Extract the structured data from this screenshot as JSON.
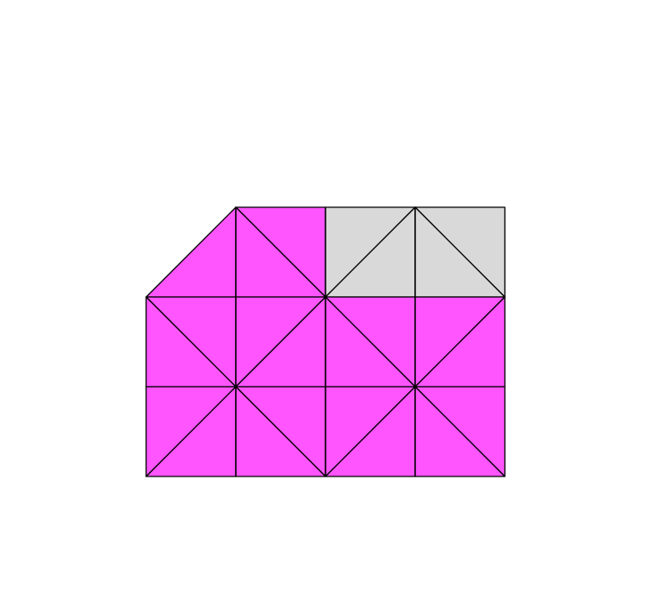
{
  "figure": {
    "type": "triangulated-grid",
    "colors": {
      "magenta": "#ff55ff",
      "gray": "#d9d9d9",
      "stroke": "#000000",
      "background": "#ffffff"
    },
    "grid": {
      "columns": 4,
      "rows": 3
    },
    "triangles": [
      {
        "pts": [
          [
            0,
            1
          ],
          [
            1,
            0
          ],
          [
            1,
            1
          ]
        ],
        "fill": "magenta"
      },
      {
        "pts": [
          [
            1,
            0
          ],
          [
            2,
            0
          ],
          [
            2,
            1
          ]
        ],
        "fill": "magenta"
      },
      {
        "pts": [
          [
            1,
            0
          ],
          [
            1,
            1
          ],
          [
            2,
            1
          ]
        ],
        "fill": "magenta"
      },
      {
        "pts": [
          [
            2,
            0
          ],
          [
            3,
            0
          ],
          [
            2,
            1
          ]
        ],
        "fill": "gray"
      },
      {
        "pts": [
          [
            2,
            1
          ],
          [
            3,
            0
          ],
          [
            3,
            1
          ]
        ],
        "fill": "gray"
      },
      {
        "pts": [
          [
            3,
            0
          ],
          [
            4,
            0
          ],
          [
            4,
            1
          ]
        ],
        "fill": "gray"
      },
      {
        "pts": [
          [
            3,
            0
          ],
          [
            3,
            1
          ],
          [
            4,
            1
          ]
        ],
        "fill": "gray"
      },
      {
        "pts": [
          [
            0,
            1
          ],
          [
            1,
            1
          ],
          [
            1,
            2
          ]
        ],
        "fill": "magenta"
      },
      {
        "pts": [
          [
            0,
            1
          ],
          [
            0,
            2
          ],
          [
            1,
            2
          ]
        ],
        "fill": "magenta"
      },
      {
        "pts": [
          [
            1,
            1
          ],
          [
            2,
            1
          ],
          [
            1,
            2
          ]
        ],
        "fill": "magenta"
      },
      {
        "pts": [
          [
            1,
            2
          ],
          [
            2,
            1
          ],
          [
            2,
            2
          ]
        ],
        "fill": "magenta"
      },
      {
        "pts": [
          [
            2,
            1
          ],
          [
            3,
            1
          ],
          [
            3,
            2
          ]
        ],
        "fill": "magenta"
      },
      {
        "pts": [
          [
            2,
            1
          ],
          [
            2,
            2
          ],
          [
            3,
            2
          ]
        ],
        "fill": "magenta"
      },
      {
        "pts": [
          [
            3,
            1
          ],
          [
            4,
            1
          ],
          [
            3,
            2
          ]
        ],
        "fill": "magenta"
      },
      {
        "pts": [
          [
            3,
            2
          ],
          [
            4,
            1
          ],
          [
            4,
            2
          ]
        ],
        "fill": "magenta"
      },
      {
        "pts": [
          [
            0,
            2
          ],
          [
            1,
            2
          ],
          [
            0,
            3
          ]
        ],
        "fill": "magenta"
      },
      {
        "pts": [
          [
            0,
            3
          ],
          [
            1,
            2
          ],
          [
            1,
            3
          ]
        ],
        "fill": "magenta"
      },
      {
        "pts": [
          [
            1,
            2
          ],
          [
            2,
            2
          ],
          [
            2,
            3
          ]
        ],
        "fill": "magenta"
      },
      {
        "pts": [
          [
            1,
            2
          ],
          [
            1,
            3
          ],
          [
            2,
            3
          ]
        ],
        "fill": "magenta"
      },
      {
        "pts": [
          [
            2,
            2
          ],
          [
            3,
            2
          ],
          [
            2,
            3
          ]
        ],
        "fill": "magenta"
      },
      {
        "pts": [
          [
            2,
            3
          ],
          [
            3,
            2
          ],
          [
            3,
            3
          ]
        ],
        "fill": "magenta"
      },
      {
        "pts": [
          [
            3,
            2
          ],
          [
            4,
            2
          ],
          [
            4,
            3
          ]
        ],
        "fill": "magenta"
      },
      {
        "pts": [
          [
            3,
            2
          ],
          [
            3,
            3
          ],
          [
            4,
            3
          ]
        ],
        "fill": "magenta"
      }
    ],
    "vertical_lines": [
      1,
      2,
      3
    ]
  }
}
